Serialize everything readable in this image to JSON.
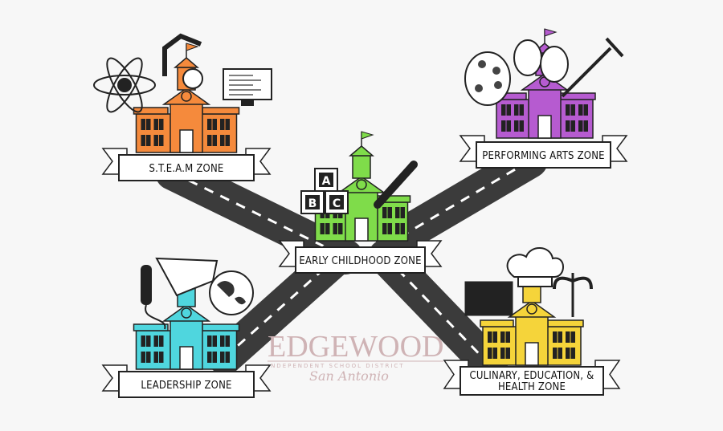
{
  "zones": [
    {
      "id": "steam",
      "label": "S.T.E.A.M ZONE",
      "color": "#f58a3c",
      "icons": [
        "atom-icon",
        "robot-arm-icon",
        "computer-monitor-icon"
      ]
    },
    {
      "id": "performing-arts",
      "label": "PERFORMING ARTS  ZONE",
      "color": "#b65bd0",
      "icons": [
        "paint-palette-icon",
        "theater-masks-icon",
        "trumpet-icon"
      ]
    },
    {
      "id": "early-childhood",
      "label": "EARLY CHILDHOOD ZONE",
      "color": "#7fdc4a",
      "icons": [
        "abc-blocks-icon",
        "crayon-icon"
      ]
    },
    {
      "id": "leadership",
      "label": "LEADERSHIP ZONE",
      "color": "#4fd6de",
      "icons": [
        "microphone-icon",
        "handshake-icon",
        "globe-icon"
      ]
    },
    {
      "id": "culinary",
      "label_line1": "CULINARY, EDUCATION, &",
      "label_line2": "HEALTH ZONE",
      "color": "#f5d43a",
      "icons": [
        "chalkboard-icon",
        "chef-hat-icon",
        "caduceus-icon"
      ]
    }
  ],
  "blocks": [
    "A",
    "B",
    "C"
  ],
  "watermark": {
    "name": "EDGEWOOD",
    "tagline": "INDEPENDENT  SCHOOL  DISTRICT",
    "signature": "San Antonio"
  },
  "colors": {
    "road": "#3b3b3b",
    "background": "#f7f7f7",
    "outline": "#222222"
  }
}
